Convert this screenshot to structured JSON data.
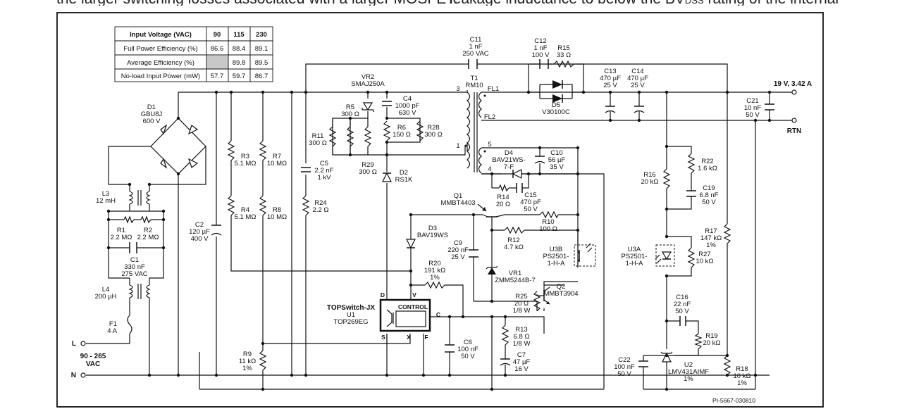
{
  "page_text": {
    "left_clipped": "the larger switching losses associated with a larger MOSFET.",
    "right_clipped": "leakage inductance to below the BV",
    "right_sub": "DSS",
    "right_tail": " rating of the internal"
  },
  "table": {
    "header": [
      "Input Voltage (VAC)",
      "90",
      "115",
      "230"
    ],
    "rows": [
      [
        "Full Power Efficiency (%)",
        "86.6",
        "88.4",
        "89.1"
      ],
      [
        "Average Efficiency (%)",
        "",
        "89.8",
        "89.5"
      ],
      [
        "No-load Input Power (mW)",
        "57.7",
        "59.7",
        "86.7"
      ]
    ]
  },
  "components": {
    "D1": {
      "name": "D1",
      "l1": "GBU8J",
      "l2": "600 V"
    },
    "L3": {
      "name": "L3",
      "l1": "12 mH"
    },
    "R1": {
      "name": "R1",
      "l1": "2.2 MΩ"
    },
    "R2": {
      "name": "R2",
      "l1": "2.2 MΩ"
    },
    "C1": {
      "name": "C1",
      "l1": "330 nF",
      "l2": "275 VAC"
    },
    "L4": {
      "name": "L4",
      "l1": "200 µH"
    },
    "F1": {
      "name": "F1",
      "l1": "4 A"
    },
    "C2": {
      "name": "C2",
      "l1": "120 µF",
      "l2": "400 V"
    },
    "R3": {
      "name": "R3",
      "l1": "5.1 MΩ"
    },
    "R4": {
      "name": "R4",
      "l1": "5.1 MΩ"
    },
    "R7": {
      "name": "R7",
      "l1": "10 MΩ"
    },
    "R8": {
      "name": "R8",
      "l1": "10 MΩ"
    },
    "R9": {
      "name": "R9",
      "l1": "11 kΩ",
      "l2": "1%"
    },
    "C5": {
      "name": "C5",
      "l1": "2.2 nF",
      "l2": "1 kV"
    },
    "R24": {
      "name": "R24",
      "l1": "2.2 Ω"
    },
    "VR2": {
      "name": "VR2",
      "l1": "SMAJ250A"
    },
    "R5": {
      "name": "R5",
      "l1": "300 Ω"
    },
    "R11": {
      "name": "R11",
      "l1": "300 Ω"
    },
    "R29": {
      "name": "R29",
      "l1": "300 Ω"
    },
    "C4": {
      "name": "C4",
      "l1": "1000 pF",
      "l2": "630 V"
    },
    "R6": {
      "name": "R6",
      "l1": "150 Ω"
    },
    "R28": {
      "name": "R28",
      "l1": "300 Ω"
    },
    "D2": {
      "name": "D2",
      "l1": "RS1K"
    },
    "C11": {
      "name": "C11",
      "l1": "1 nF",
      "l2": "250 VAC"
    },
    "T1": {
      "name": "T1",
      "l1": "RM10"
    },
    "C12": {
      "name": "C12",
      "l1": "1 nF",
      "l2": "100 V"
    },
    "R15": {
      "name": "R15",
      "l1": "33 Ω"
    },
    "D5": {
      "name": "D5",
      "l1": "V30100C"
    },
    "C13": {
      "name": "C13",
      "l1": "470 µF",
      "l2": "25 V"
    },
    "C14": {
      "name": "C14",
      "l1": "470 µF",
      "l2": "25 V"
    },
    "C21": {
      "name": "C21",
      "l1": "10 nF",
      "l2": "50 V"
    },
    "D4": {
      "name": "D4",
      "l1": "BAV21WS-",
      "l2": "7-F"
    },
    "C10": {
      "name": "C10",
      "l1": "56 µF",
      "l2": "35 V"
    },
    "R14": {
      "name": "R14",
      "l1": "20 Ω"
    },
    "C15": {
      "name": "C15",
      "l1": "470 pF",
      "l2": "50 V"
    },
    "Q1": {
      "name": "Q1",
      "l1": "MMBT4403"
    },
    "R10": {
      "name": "R10",
      "l1": "100 Ω"
    },
    "R12": {
      "name": "R12",
      "l1": "4.7 kΩ"
    },
    "D3": {
      "name": "D3",
      "l1": "BAV19WS"
    },
    "C9": {
      "name": "C9",
      "l1": "220 nF",
      "l2": "25 V"
    },
    "R20": {
      "name": "R20",
      "l1": "191 kΩ",
      "l2": "1%"
    },
    "VR1": {
      "name": "VR1",
      "l1": "ZMM5244B-7"
    },
    "U3B": {
      "name": "U3B",
      "l1": "PS2501-",
      "l2": "1-H-A"
    },
    "Q2": {
      "name": "Q2",
      "l1": "MMBT3904"
    },
    "R25": {
      "name": "R25",
      "l1": "20 Ω",
      "l2": "1/8 W"
    },
    "R13": {
      "name": "R13",
      "l1": "6.8 Ω",
      "l2": "1/8 W"
    },
    "C7": {
      "name": "C7",
      "l1": "47 µF",
      "l2": "16 V"
    },
    "C6": {
      "name": "C6",
      "l1": "100 nF",
      "l2": "50 V"
    },
    "U1": {
      "name": "U1",
      "l1": "TOP269EG",
      "family": "TOPSwitch-JX",
      "control": "CONTROL"
    },
    "R22": {
      "name": "R22",
      "l1": "1.6 kΩ"
    },
    "R16": {
      "name": "R16",
      "l1": "20 kΩ"
    },
    "C19": {
      "name": "C19",
      "l1": "6.8 nF",
      "l2": "50 V"
    },
    "R17": {
      "name": "R17",
      "l1": "147 kΩ",
      "l2": "1%"
    },
    "U3A": {
      "name": "U3A",
      "l1": "PS2501-",
      "l2": "1-H-A"
    },
    "R27": {
      "name": "R27",
      "l1": "10 kΩ"
    },
    "C16": {
      "name": "C16",
      "l1": "22 nF",
      "l2": "50 V"
    },
    "R19": {
      "name": "R19",
      "l1": "20 kΩ"
    },
    "C22": {
      "name": "C22",
      "l1": "100 nF",
      "l2": "50 V"
    },
    "U2": {
      "name": "U2",
      "l1": "LMV431AIMF",
      "l2": "1%"
    },
    "R18": {
      "name": "R18",
      "l1": "10 kΩ",
      "l2": "1%"
    }
  },
  "pins": {
    "t1_3": "3",
    "t1_1": "1",
    "t1_5": "5",
    "t1_4": "4",
    "fl1": "FL1",
    "fl2": "FL2",
    "d": "D",
    "v": "V",
    "c": "C",
    "s": "S",
    "x": "X",
    "f": "F"
  },
  "terminals": {
    "out_pos": "19 V, 3.42 A",
    "out_rtn": "RTN",
    "line": "L",
    "neutral": "N",
    "input_range": "90 - 265",
    "input_unit": "VAC"
  },
  "ref_code": "PI-5667-030810",
  "colors": {
    "line": "#111111",
    "table_gray": "#c8c8c8",
    "background": "#ffffff"
  }
}
